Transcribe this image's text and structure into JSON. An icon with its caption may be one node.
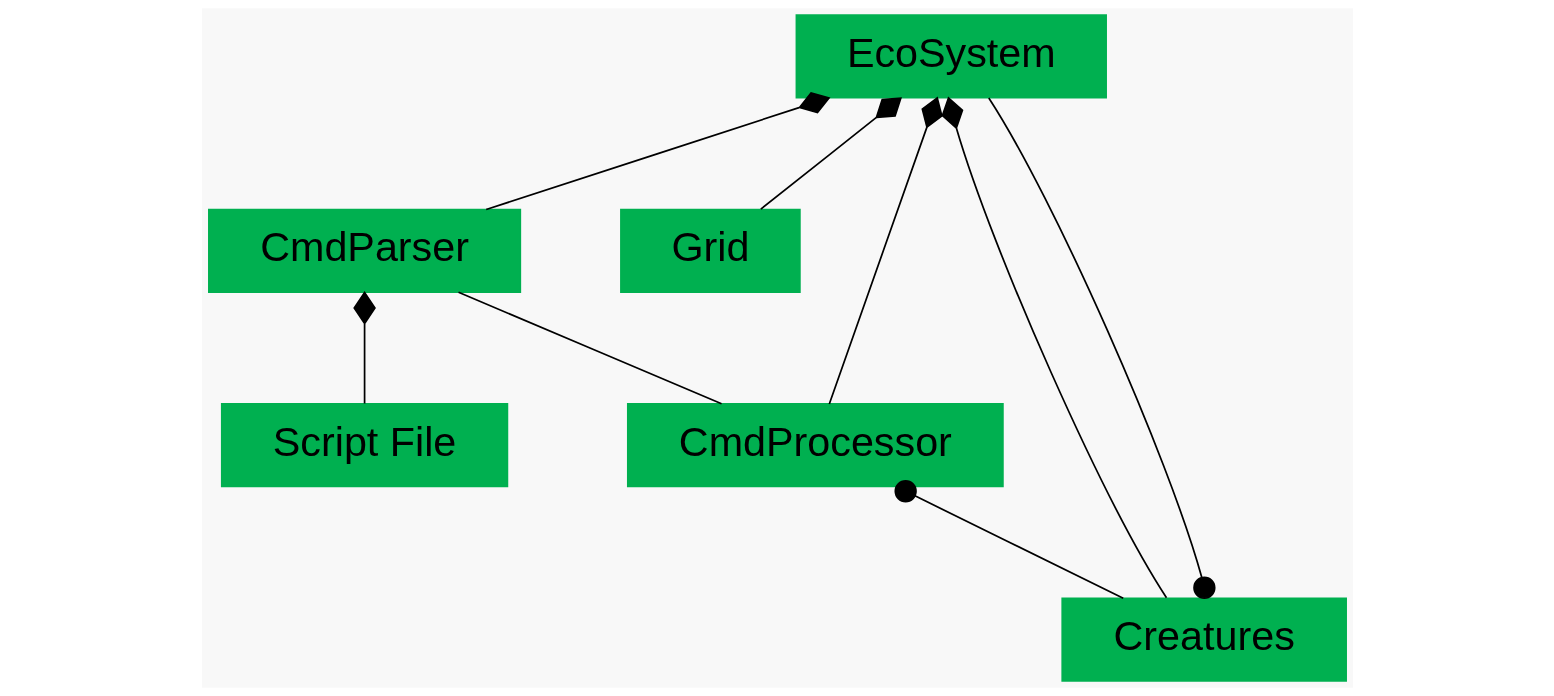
{
  "diagram": {
    "nodes": [
      {
        "text": [
          "EcoSystem"
        ]
      },
      {
        "text": [
          "CmdParser"
        ]
      },
      {
        "text": [
          "Script File"
        ]
      },
      {
        "text": [
          "Grid"
        ]
      },
      {
        "text": [
          "CmdProcessor"
        ]
      },
      {
        "text": [
          "Creatures"
        ]
      }
    ],
    "edges": [
      {
        "from": 0,
        "to": 1,
        "arrow": "other"
      },
      {
        "from": 0,
        "to": 3,
        "arrow": "other"
      },
      {
        "from": 0,
        "to": 5,
        "arrow": "other"
      },
      {
        "from": 0,
        "to": 4,
        "arrow": "other"
      },
      {
        "from": 5,
        "to": 0,
        "arrow": "other"
      },
      {
        "from": 1,
        "to": 2,
        "arrow": "other"
      },
      {
        "from": 4,
        "to": 5,
        "arrow": "other"
      },
      {
        "from": 1,
        "to": 4,
        "arrow": "none"
      }
    ]
  }
}
